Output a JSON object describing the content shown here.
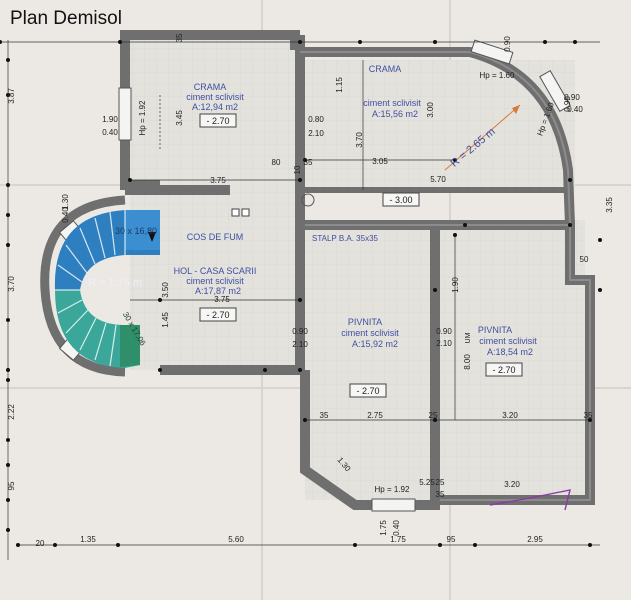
{
  "title": "Plan Demisol",
  "colors": {
    "paper": "#ece9e4",
    "wall": "#6f6f6f",
    "floor": "#e3e1dc",
    "label": "#3f4fa0",
    "dim": "#222222",
    "stair_dark": "#2e7fc0",
    "stair_light": "#3aa79a",
    "arrow": "#d47a3a"
  },
  "rooms": [
    {
      "name": "CRAMA",
      "finish": "ciment sclivisit",
      "area": "A:12,94 m2",
      "level": "- 2.70"
    },
    {
      "name": "CRAMA",
      "finish": "ciment sclivisit",
      "area": "A:15,56 m2",
      "level": ""
    },
    {
      "name": "HOL - CASA SCARII",
      "finish": "ciment sclivisit",
      "area": "A:17,87 m2",
      "level": "- 2.70"
    },
    {
      "name": "PIVNITA",
      "finish": "ciment sclivisit",
      "area": "A:15,92 m2",
      "level": "- 2.70"
    },
    {
      "name": "PIVNITA",
      "finish": "ciment sclivisit",
      "area": "A:18,54 m2",
      "level": "- 2.70"
    }
  ],
  "annotations": {
    "cos_de_fum": "COS DE FUM",
    "stalp": "STALP B.A. 35x35",
    "stair_radius": "R = 1.75 m",
    "stair_size": "30 x 16,80",
    "stair_size2": "30 x 17,06",
    "arc_radius": "R = 2.65 m",
    "level_mid": "- 3.00",
    "um": "UM"
  },
  "dimensions": {
    "top": [
      "35",
      "0.90",
      "0.90"
    ],
    "left": [
      "1.90",
      "0.40",
      "3.87",
      "3.70",
      "2.22",
      "95",
      "1.30",
      "0.40"
    ],
    "interior": [
      "3.45",
      "3.75",
      "Hp = 1.92",
      "1.15",
      "3.00",
      "3.70",
      "3.05",
      "5.70",
      "0.80",
      "2.10",
      "80",
      "35",
      "10",
      "Hp = 1.60",
      "Hp = 1.60",
      "0.90",
      "0.40",
      "3.50",
      "3.75",
      "1.45",
      "0.90",
      "2.10",
      "8.00",
      "1.90",
      "35",
      "2.75",
      "25",
      "3.20",
      "35",
      "1.30",
      "Hp = 1.92",
      "3.20",
      "25",
      "35",
      "5.25",
      "3.35",
      "50",
      "0.90",
      "2.10"
    ],
    "bottom": [
      "20",
      "1.35",
      "5.60",
      "1.75",
      "95",
      "2.95",
      "1.75",
      "0.40"
    ]
  }
}
